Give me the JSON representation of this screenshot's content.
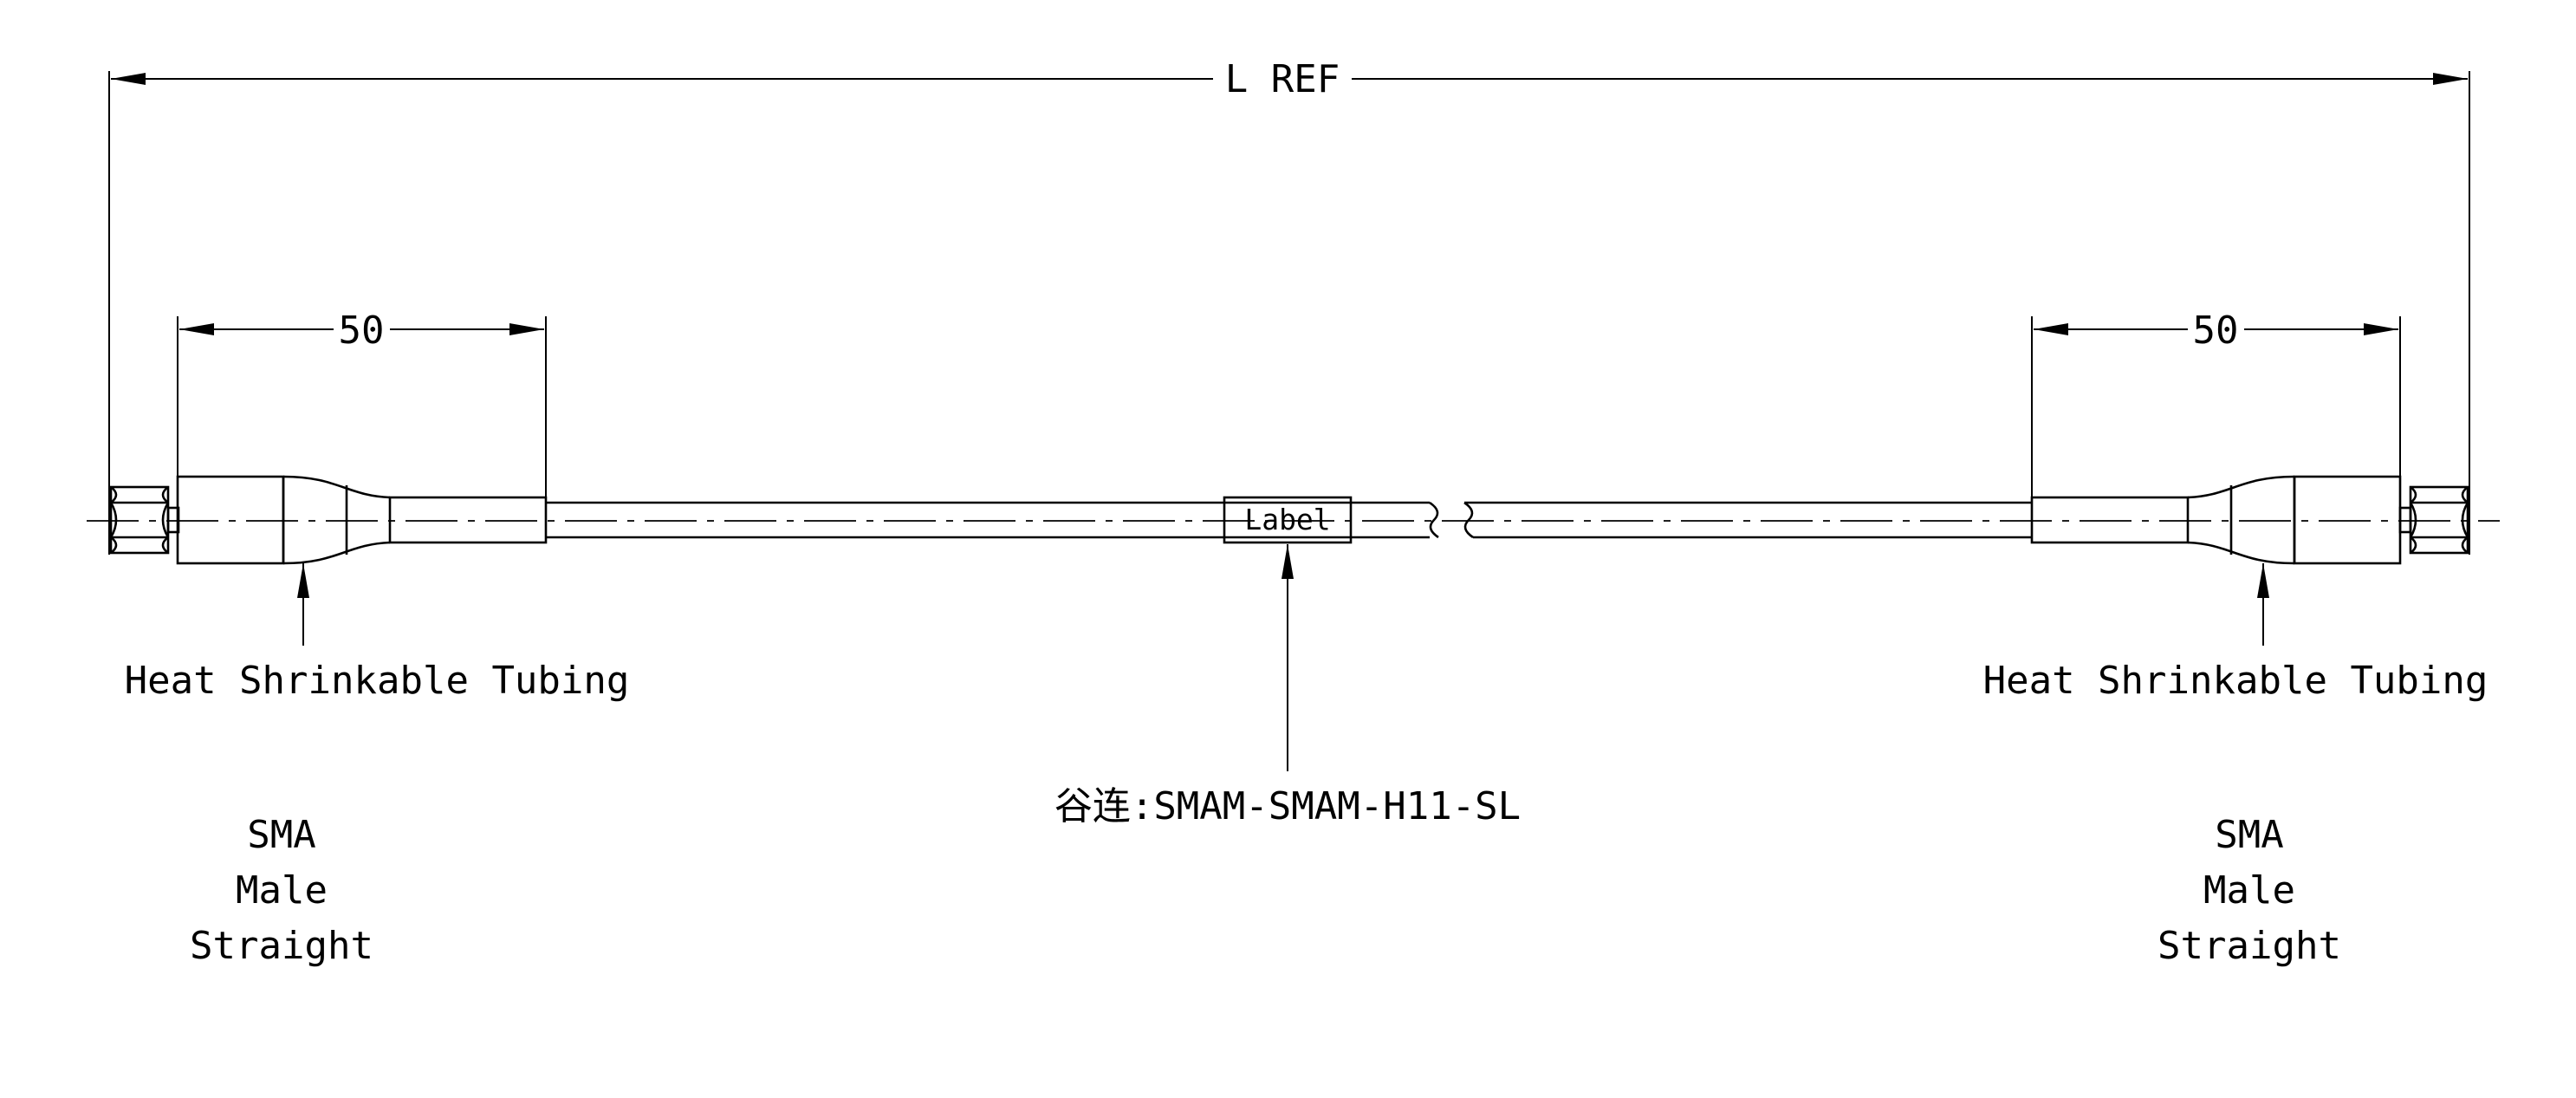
{
  "drawing": {
    "overall_dimension": "L REF",
    "left_dimension": "50",
    "right_dimension": "50",
    "label_tag": "Label",
    "left_callout": "Heat Shrinkable Tubing",
    "right_callout": "Heat Shrinkable Tubing",
    "part_number": "谷连:SMAM-SMAM-H11-SL",
    "left_connector": {
      "line1": "SMA",
      "line2": "Male",
      "line3": "Straight"
    },
    "right_connector": {
      "line1": "SMA",
      "line2": "Male",
      "line3": "Straight"
    }
  }
}
